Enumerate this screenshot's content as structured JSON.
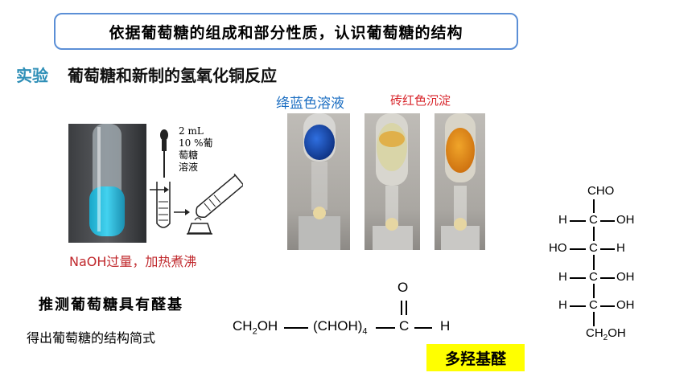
{
  "slide": {
    "title": "依据葡萄糖的组成和部分性质，认识葡萄糖的结构",
    "experiment_label": "实验",
    "experiment_title": "葡萄糖和新制的氢氧化铜反应",
    "label_blue": "绛蓝色溶液",
    "label_red": "砖红色沉淀",
    "label_naoh": "NaOH过量，加热煮沸",
    "inference": "推测葡萄糖具有醛基",
    "derive": "得出葡萄糖的结构简式",
    "badge": "多羟基醛"
  },
  "diagram": {
    "line1": "2 mL",
    "line2": "10 %葡",
    "line3": "萄糖",
    "line4": "溶液"
  },
  "formula": {
    "o": "O",
    "ch2oh": "CH",
    "sub2": "2",
    "oh": "OH",
    "choh": "(CHOH)",
    "sub4": "4",
    "c": "C",
    "h": "H"
  },
  "fisher": {
    "top": "CHO",
    "rows": [
      {
        "left": "H",
        "right": "OH"
      },
      {
        "left": "HO",
        "right": "H"
      },
      {
        "left": "H",
        "right": "OH"
      },
      {
        "left": "H",
        "right": "OH"
      }
    ],
    "bottom_ch": "CH",
    "bottom_sub": "2",
    "bottom_oh": "OH",
    "c": "C"
  },
  "colors": {
    "accent_blue": "#2f8fb7",
    "title_border": "#5b8fd6",
    "red_label": "#d8262c",
    "badge_bg": "#ffff00"
  }
}
